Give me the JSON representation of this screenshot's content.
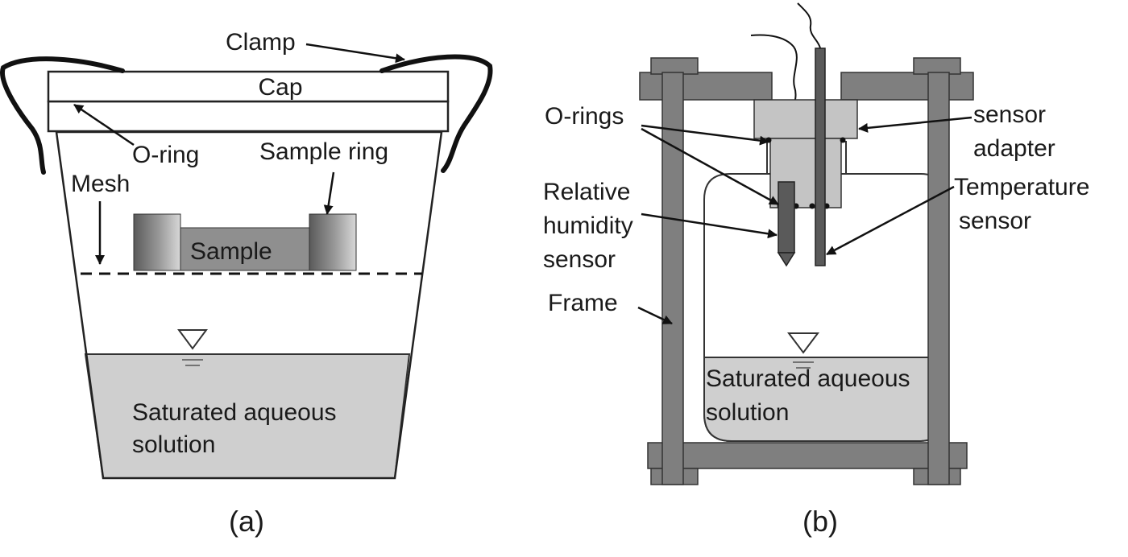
{
  "panel_a": {
    "labels": {
      "clamp": "Clamp",
      "cap": "Cap",
      "o_ring": "O-ring",
      "sample_ring": "Sample ring",
      "mesh": "Mesh",
      "sample": "Sample",
      "solution_line1": "Saturated aqueous",
      "solution_line2": "solution"
    },
    "caption": "(a)"
  },
  "panel_b": {
    "labels": {
      "o_rings": "O-rings",
      "sensor_line1": "sensor",
      "sensor_line2": "adapter",
      "rh_line1": "Relative",
      "rh_line2": "humidity",
      "rh_line3": "sensor",
      "temp_line1": "Temperature",
      "temp_line2": "sensor",
      "frame": "Frame",
      "solution_line1": "Saturated aqueous",
      "solution_line2": "solution"
    },
    "caption": "(b)"
  }
}
